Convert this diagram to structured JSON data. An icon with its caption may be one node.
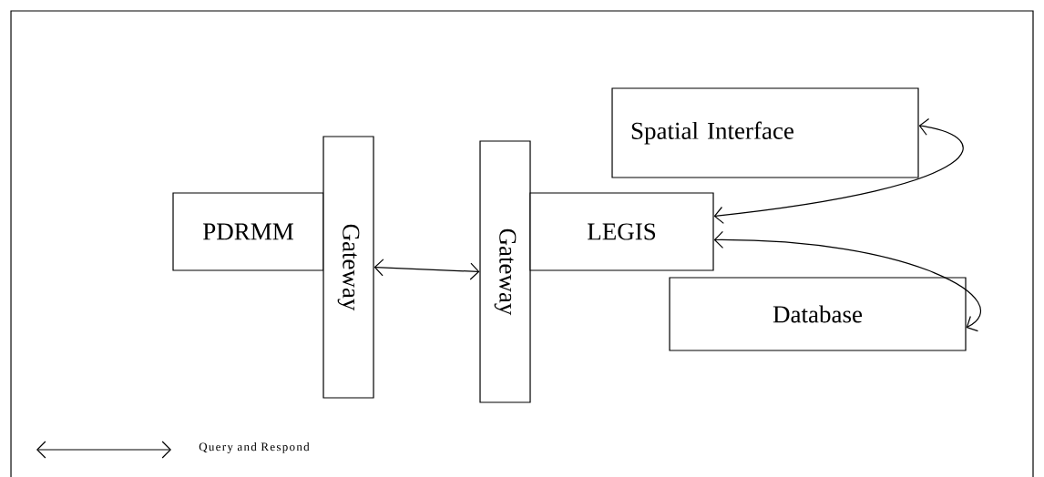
{
  "diagram": {
    "nodes": [
      {
        "text": [
          "PDRMM"
        ]
      },
      {
        "text": [
          "Gateway"
        ]
      },
      {
        "text": [
          "Gateway"
        ]
      },
      {
        "text": [
          "LEGIS"
        ]
      },
      {
        "text": [
          "Spatial Interface"
        ]
      },
      {
        "text": [
          "Database"
        ]
      }
    ],
    "edges": [
      {
        "from": 1,
        "to": 2,
        "arrow": "both"
      },
      {
        "from": 4,
        "to": 3,
        "arrow": "both"
      },
      {
        "from": 3,
        "to": 5,
        "arrow": "both"
      }
    ],
    "legend": [
      {
        "text": "Query and Respond"
      }
    ]
  }
}
